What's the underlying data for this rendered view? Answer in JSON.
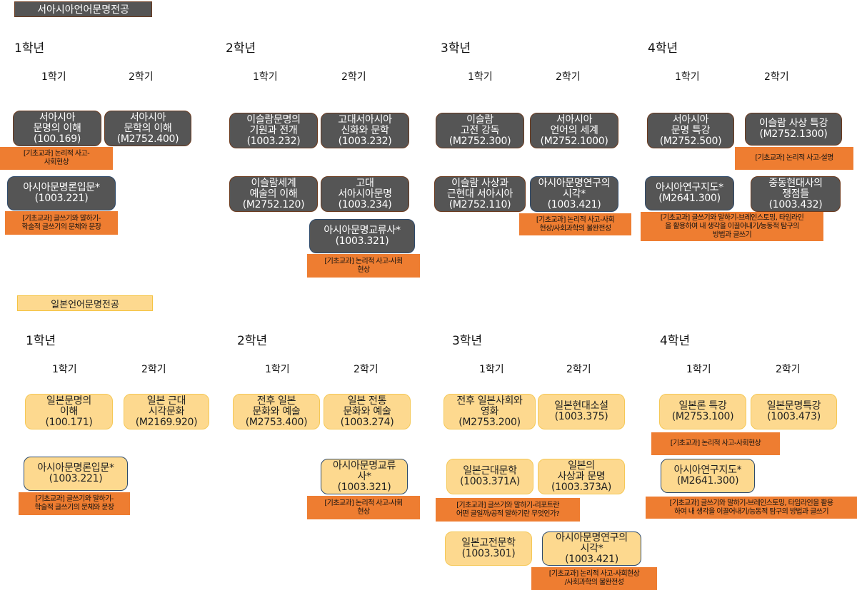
{
  "sections": [
    {
      "title": "서아시아언어문명전공",
      "years": [
        {
          "label": "1학년",
          "semesters": [
            "1학기",
            "2학기"
          ]
        },
        {
          "label": "2학년",
          "semesters": [
            "1학기",
            "2학기"
          ]
        },
        {
          "label": "3학년",
          "semesters": [
            "1학기",
            "2학기"
          ]
        },
        {
          "label": "4학년",
          "semesters": [
            "1학기",
            "2학기"
          ]
        }
      ]
    },
    {
      "title": "일본언어문명전공",
      "years": [
        {
          "label": "1학년",
          "semesters": [
            "1학기",
            "2학기"
          ]
        },
        {
          "label": "2학년",
          "semesters": [
            "1학기",
            "2학기"
          ]
        },
        {
          "label": "3학년",
          "semesters": [
            "1학기",
            "2학기"
          ]
        },
        {
          "label": "4학년",
          "semesters": [
            "1학기",
            "2학기"
          ]
        }
      ]
    }
  ],
  "courses": [
    {
      "text": "서아시아\n문명의 이해\n(100.169)"
    },
    {
      "text": "서아시아\n문학의 이해\n(M2752.400)"
    },
    {
      "text": "아시아문명론입문*\n(1003.221)"
    },
    {
      "text": "이슬람문명의\n기원과 전개\n(1003.232)"
    },
    {
      "text": "고대서아시아\n신화와 문학\n(1003.232)"
    },
    {
      "text": "이슬람세계\n예술의 이해\n(M2752.120)"
    },
    {
      "text": "고대\n서아시아문명\n(1003.234)"
    },
    {
      "text": "아시아문명교류사*\n(1003.321)"
    },
    {
      "text": "이슬람\n고전 강독\n(M2752.300)"
    },
    {
      "text": "서아시아\n언어의 세계\n(M2752.1000)"
    },
    {
      "text": "이슬람 사상과\n근현대 서아시아\n(M2752.110)"
    },
    {
      "text": "아시아문명연구의\n시각*\n(1003.421)"
    },
    {
      "text": "서아시아\n문명 특강\n(M2752.500)"
    },
    {
      "text": "이슬람 사상 특강\n(M2752.1300)"
    },
    {
      "text": "아시아연구지도*\n(M2641.300)"
    },
    {
      "text": "중동현대사의\n쟁점들\n(1003.432)"
    },
    {
      "text": "일본문명의\n이해\n(100.171)"
    },
    {
      "text": "일본 근대\n시각문화\n(M2169.920)"
    },
    {
      "text": "아시아문명론입문*\n(1003.221)"
    },
    {
      "text": "전후 일본\n문화와 예술\n(M2753.400)"
    },
    {
      "text": "일본 전통\n문화와 예술\n(1003.274)"
    },
    {
      "text": "아시아문명교류\n사*\n(1003.321)"
    },
    {
      "text": "전후 일본사회와\n영화\n(M2753.200)"
    },
    {
      "text": "일본현대소설\n(1003.375)"
    },
    {
      "text": "일본근대문학\n(1003.371A)"
    },
    {
      "text": "일본의\n사상과 문명\n(1003.373A)"
    },
    {
      "text": "일본고전문학\n(1003.301)"
    },
    {
      "text": "아시아문명연구의\n시각*\n(1003.421)"
    },
    {
      "text": "일본론 특강\n(M2753.100)"
    },
    {
      "text": "일본문명특강\n(1003.473)"
    },
    {
      "text": "아시아연구지도*\n(M2641.300)"
    }
  ],
  "tags": [
    {
      "text": "[기초교과] 논리적 사고-\n사회현상"
    },
    {
      "text": "[기초교과] 글쓰기와 말하기-\n학술적 글쓰기의 문체와 문장"
    },
    {
      "text": "[기초교과] 논리적 사고-사회\n현상"
    },
    {
      "text": "[기초교과] 논리적 사고-사회\n현상/사회과학의 불완전성"
    },
    {
      "text": "[기초교과] 논리적 사고-설명"
    },
    {
      "text": "[기초교과] 글쓰기와 말하기-브레인스토밍, 타임라인\n을 활용하여 내 생각을 이끌어내기/능동적 탐구의\n방법과 글쓰기"
    },
    {
      "text": "[기초교과] 글쓰기와 말하기-\n학술적 글쓰기의 문체와 문장"
    },
    {
      "text": "[기초교과] 논리적 사고-사회\n현상"
    },
    {
      "text": "[기초교과] 글쓰기와 말하기-리포트란\n어떤 글일까/공적 말하기란 무엇인가?"
    },
    {
      "text": "[기초교과] 논리적 사고-사회현상\n/사회과학의 불완전성"
    },
    {
      "text": "[기초교과] 논리적 사고-사회현상"
    },
    {
      "text": "[기초교과] 글쓰기와 말하기-브레인스토밍, 타임라인을 활용\n하여 내 생각을 이끌어내기/능동적 탐구의 방법과 글쓰기"
    }
  ],
  "colors": {
    "dark_box": "#555555",
    "light_box": "#fdd98f",
    "tag": "#ee7d31",
    "core_border": "#2e4a6b"
  }
}
